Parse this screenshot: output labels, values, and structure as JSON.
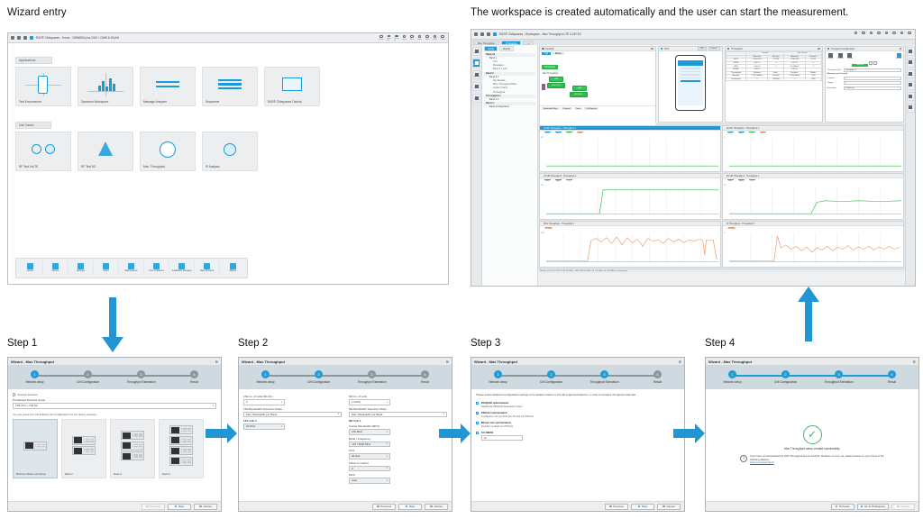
{
  "captions": {
    "left": "Wizard entry",
    "right": "The workspace is created automatically and the user can start the measurement."
  },
  "step_labels": {
    "s1": "Step 1",
    "s2": "Step 2",
    "s3": "Step 3",
    "s4": "Step 4"
  },
  "app_window": {
    "title": "R&S® CMsquares - Home - CMW500 plus CMX / CMW & WLAN",
    "groups": {
      "applications": "Applications",
      "use_cases": "Use Cases"
    },
    "applications": [
      {
        "label": "Test Environment",
        "icon": "phone-crosshair-icon"
      },
      {
        "label": "Spectrum Workspace",
        "icon": "bar-chart-icon"
      },
      {
        "label": "Message Analyzer",
        "icon": "arrows-exchange-icon"
      },
      {
        "label": "Sequencer",
        "icon": "stacked-bars-icon"
      },
      {
        "label": "R&S® CMsquares Tutorial",
        "icon": "screen-play-icon"
      }
    ],
    "use_cases": [
      {
        "label": "RF Test VoLTE",
        "icon": "two-users-icon"
      },
      {
        "label": "RF Test 5G",
        "icon": "hex-tower-icon"
      },
      {
        "label": "Max. Throughput",
        "icon": "gauge-icon"
      },
      {
        "label": "IP Analysis",
        "icon": "magnifier-icon"
      }
    ],
    "toolbar": [
      {
        "label": "Library",
        "icon": "library-icon"
      },
      {
        "label": "Device",
        "icon": "key-icon"
      },
      {
        "label": "Settings",
        "icon": "settings-icon"
      },
      {
        "label": "About",
        "icon": "info-icon"
      },
      {
        "label": "Maintenance",
        "icon": "tools-icon"
      },
      {
        "label": "User Guidance",
        "icon": "user-guide-icon"
      },
      {
        "label": "Installation Manager",
        "icon": "installer-icon"
      },
      {
        "label": "Data Services",
        "icon": "data-icon"
      },
      {
        "label": "Utilities",
        "icon": "utilities-icon"
      }
    ],
    "titlebar_tools": [
      "Reset",
      "Zoom Out",
      "Zoom In",
      "Open",
      "Save",
      "Recently Used",
      "Home",
      "More",
      "Help",
      "Close"
    ]
  },
  "workspace_window": {
    "title": "R&S® CMsquares - Workspace - Max Throughput LTE & NR 5G",
    "tabs": [
      {
        "label": "Max Throughput",
        "active": false
      },
      {
        "label": "IP Analysis",
        "active": true
      },
      {
        "label": "+",
        "active": false
      }
    ],
    "left_rail": [
      {
        "label": "Network",
        "icon": "network-icon",
        "selected": false
      },
      {
        "label": "Measure",
        "icon": "measure-icon",
        "selected": true
      },
      {
        "label": "Signaling",
        "icon": "signaling-icon",
        "selected": false
      },
      {
        "label": "IP Data",
        "icon": "ipdata-icon",
        "selected": false
      },
      {
        "label": "Report",
        "icon": "report-icon",
        "selected": false
      }
    ],
    "tree": {
      "tabs": [
        "Config",
        "Results"
      ],
      "nodes": [
        {
          "text": "Network",
          "level": 1
        },
        {
          "text": "Band 1",
          "level": 2
        },
        {
          "text": "Cell",
          "level": 3
        },
        {
          "text": "Messages",
          "level": 3
        },
        {
          "text": "Band 2 / Carr.",
          "level": 3
        },
        {
          "text": "Band 2",
          "level": 1
        },
        {
          "text": "Band 2.1",
          "level": 2
        },
        {
          "text": "Net Results",
          "level": 3
        },
        {
          "text": "Max. Throughput Rate",
          "level": 3
        },
        {
          "text": "Amber Charts",
          "level": 3
        },
        {
          "text": "Throughput",
          "level": 3
        },
        {
          "text": "Throughput 1",
          "level": 1
        },
        {
          "text": "Band 2.2",
          "level": 2
        },
        {
          "text": "Band 3",
          "level": 1
        },
        {
          "text": "Band Configuration",
          "level": 2
        }
      ]
    },
    "network_panel": {
      "title": "Network",
      "subtabs": [
        "Cell",
        "Basics"
      ],
      "active_node": "Max Throughput",
      "status_pill": "Connected",
      "nodes": [
        {
          "label": "eNB\\nLTE Cell 1"
        },
        {
          "label": "gNB\\nNR Cell 1"
        },
        {
          "label": "DUT"
        }
      ],
      "bottom_tabs": [
        "Bandwidth Msg.",
        "Protocol",
        "Trace",
        "Cell Specific"
      ]
    },
    "dut_panel": {
      "title": "DUT",
      "buttons": [
        "Edit",
        "Detach"
      ]
    },
    "measure_table": {
      "title": "Throughput",
      "groups": [
        "Overall",
        "Per Carrier"
      ],
      "columns": [
        "",
        "Absolute",
        "Relative",
        "Absolute",
        "Relative"
      ],
      "rows": [
        [
          "ACK",
          "1 864 001",
          "17 954",
          "1 863 022",
          "2 871"
        ],
        [
          "BLER",
          "0.00 %",
          "0",
          "0.00 %",
          "2"
        ],
        [
          "RPD",
          "0.00 %",
          "0",
          "0.0 Mbit/s",
          "1"
        ],
        [
          "BLER",
          "0.00 %",
          "",
          "0.00 %",
          ""
        ],
        [
          "Throughput",
          "Relative",
          "Max.",
          "Relative",
          "Mbit/s"
        ],
        [
          "Average",
          "1 024 Mbit/s",
          "704 kbit",
          "1 024 Mbit/s",
          "0.00"
        ],
        [
          "Estimated",
          "---",
          "704 kbit",
          "---",
          "0.00"
        ]
      ]
    },
    "transport_panel": {
      "title": "Transport Configuration",
      "buttons": [
        "Connect",
        "Connect",
        "Record"
      ],
      "run_label": "Run All",
      "pill": "Running",
      "fields": [
        {
          "label": "Throughput Set",
          "value": "Throughput 2"
        },
        {
          "label": "Measurement Control",
          "value": ""
        },
        {
          "label": "Duration",
          "value": "0"
        },
        {
          "label": "Trigger",
          "value": "1"
        },
        {
          "label": "Repetition",
          "value": "Continuous"
        }
      ]
    },
    "right_rail": [
      {
        "label": "Config",
        "icon": "config-icon"
      },
      {
        "label": "Marker",
        "icon": "marker-icon"
      },
      {
        "label": "Measure",
        "icon": "measure-icon"
      },
      {
        "label": "Plot",
        "icon": "plot-icon"
      },
      {
        "label": "Zoom",
        "icon": "zoom-icon"
      },
      {
        "label": "Detail",
        "icon": "detail-icon"
      }
    ],
    "statusbar": "Ready  |  v 5.3.0  |  LTE 2CC B1 20 MHz + NR n78 100 MHz  |  DL 1.6 Gbit/s  UL 120 Mbit/s  |  Connected",
    "charts": [
      {
        "title": "UL RF Throughput - Throughput 1",
        "selected": true,
        "legend": [
          "ACK",
          "NACK",
          "DTX",
          "BLER"
        ],
        "ylabel": "Mbit/s",
        "ymax": "127",
        "xticks": [
          "0",
          "5",
          "10",
          "15",
          "20",
          "25",
          "30",
          "35",
          "40",
          "45"
        ],
        "series_color": "#2dbd46",
        "points": [
          0,
          0,
          0,
          0,
          0,
          0,
          0,
          0,
          0,
          0,
          0,
          0,
          0,
          0,
          0,
          0,
          0,
          0,
          0,
          0
        ]
      },
      {
        "title": "DL RF Throughput - Throughput 1",
        "selected": false,
        "legend": [
          "ACK",
          "NACK",
          "DTX",
          "BLER"
        ],
        "ylabel": "Mbit/s",
        "ymax": "4",
        "xticks": [
          "1",
          "4",
          "8",
          "12",
          "16",
          "20",
          "24",
          "28",
          "32",
          "36",
          "40",
          "44",
          "48"
        ],
        "series_color": "#2dbd46",
        "points": [
          0,
          0,
          0,
          0,
          0,
          0,
          0,
          0,
          0,
          0,
          0,
          0,
          0,
          0,
          0,
          0,
          0,
          0,
          0,
          0
        ]
      },
      {
        "title": "UL NR Throughput - Throughput 1",
        "selected": false,
        "legend": [
          "ACK",
          "NACK",
          "DTX"
        ],
        "ylabel": "Mbit/s",
        "ymax": "710",
        "xticks": [
          "0",
          "5",
          "10",
          "15",
          "20",
          "25",
          "30",
          "35",
          "40",
          "45"
        ],
        "series_color": "#2dbd46",
        "points": [
          0,
          0,
          0,
          0,
          0,
          0,
          0,
          0,
          690,
          700,
          700,
          700,
          700,
          700,
          700,
          700,
          700,
          700,
          700,
          700
        ]
      },
      {
        "title": "DL NR Throughput - Throughput 1",
        "selected": false,
        "legend": [
          "ACK",
          "NACK",
          "DTX"
        ],
        "ylabel": "Mbit/s",
        "ymax": "4.17",
        "xticks": [
          "1",
          "4",
          "8",
          "12",
          "16",
          "20",
          "24",
          "28",
          "32",
          "36",
          "40",
          "44",
          "48"
        ],
        "series_color": "#2dbd46",
        "points": [
          0,
          0,
          0,
          0,
          0,
          0,
          0,
          0,
          0,
          0,
          0,
          1.4,
          1.8,
          1.8,
          1.8,
          1.7,
          1.8,
          1.8,
          1.8,
          1.8
        ]
      },
      {
        "title": "PDU Throughput - Throughput 1",
        "selected": false,
        "legend": [
          "Throughput"
        ],
        "ylabel": "Mbit/s",
        "ymax": "1187",
        "xticks": [
          "0",
          "5",
          "10",
          "15",
          "20",
          "25",
          "30",
          "35",
          "40",
          "45"
        ],
        "series_color": "#e8976a",
        "points": [
          5,
          5,
          5,
          5,
          5,
          900,
          1050,
          980,
          1000,
          1010,
          870,
          1050,
          900,
          1000,
          940,
          980,
          1000,
          960,
          1000,
          430
        ]
      },
      {
        "title": "IP Throughput - Throughput 1",
        "selected": false,
        "legend": [
          "Throughput"
        ],
        "ylabel": "Mbit/s",
        "ymax": "4",
        "xticks": [
          "1",
          "4",
          "8",
          "12",
          "16",
          "20",
          "24",
          "28",
          "32",
          "36",
          "40",
          "44",
          "48"
        ],
        "series_color": "#e8976a",
        "points": [
          0,
          0,
          0,
          0,
          0,
          0,
          0,
          0,
          3.9,
          2.1,
          2.0,
          1.9,
          2.0,
          1.7,
          1.6,
          1.9,
          2.0,
          1.9,
          1.8,
          1.9
        ]
      }
    ]
  },
  "wizard": {
    "title": "Wizard - Max Throughput",
    "steps": [
      "Network setup",
      "Cell Configuration",
      "Throughput Estimation",
      "Result"
    ],
    "buttons": {
      "previous": "Previous",
      "next": "Next",
      "cancel": "Cancel",
      "go_to_workspace": "Go to Workspace"
    },
    "step1": {
      "active_index": 0,
      "radio_label": "Analyze Devices",
      "select_label": "Predefined Network Setup",
      "select_value": "LTE 2CC + NR SA",
      "hint": "You can select from the following 4G configurations for the device selection:",
      "devices": [
        {
          "label": "Minimum Radio unit Setup",
          "units": 1,
          "selected": true
        },
        {
          "label": "Rack 2",
          "units": 2,
          "selected": false
        },
        {
          "label": "Rack 3",
          "units": 3,
          "selected": false
        },
        {
          "label": "Rack 4",
          "units": 4,
          "selected": false
        }
      ]
    },
    "step2": {
      "active_index": 1,
      "left": {
        "count_label": "LTE no. of cells (DL/UL)",
        "count_value": "2",
        "mode_label": "LTE Bandwidth Selection Mode",
        "mode_value": "Max. Bandwidth per Band",
        "cell_label": "LTE Cell 1",
        "field_label": "",
        "field_value": "20 MHz"
      },
      "right": {
        "count_label": "NR no. of cells",
        "count_value": "1 (FR1)",
        "mode_label": "NR Bandwidth Selection Mode",
        "mode_value": "Max. Bandwidth per Band",
        "cell_label": "NR Cell 1",
        "fields": [
          {
            "label": "Carrier Bandwidth (MHz)",
            "value": "100 MHz"
          },
          {
            "label": "Band / Frequency",
            "value": "n78 / 3600 MHz"
          },
          {
            "label": "SCS",
            "value": "30 kHz"
          },
          {
            "label": "Offset to Carrier",
            "value": "0"
          },
          {
            "label": "MCS",
            "value": "Auto"
          },
          {
            "label": "MIMO / Layer",
            "value": "4x4 MIMO"
          }
        ]
      }
    },
    "step3": {
      "active_index": 2,
      "intro": "Please select additional configuration settings to be applied, based on the UE supported features, in order to increase throughput data rate.",
      "options": [
        {
          "title": "256QAM optimization",
          "desc": "Additional 256QAM Modulation Spec.",
          "checked": true
        },
        {
          "title": "PDCCH optimization",
          "desc": "Configures 1/2 symbols per DL slot for PDSCH.",
          "checked": true
        },
        {
          "title": "Mixed slot optimization",
          "desc": "Flexible symbols for PDSCH.",
          "checked": true
        },
        {
          "title": "SU-MIMO",
          "desc": "2x",
          "checked": true,
          "has_input": true,
          "input_value": "2x"
        }
      ]
    },
    "step4": {
      "active_index": 3,
      "success_text": "Max Throughput setup created successfully.",
      "info_text": "If you have not downloaded the R&S Throughput App for Android, Windows or Linux yet, please browse on your phone to the following address:",
      "info_link": "www.cmw.de/u?tools"
    }
  },
  "colors": {
    "accent": "#1f9cd8",
    "arrow": "#2196d3",
    "success": "#45b36b",
    "green": "#2dbd46",
    "orange": "#e8976a"
  }
}
